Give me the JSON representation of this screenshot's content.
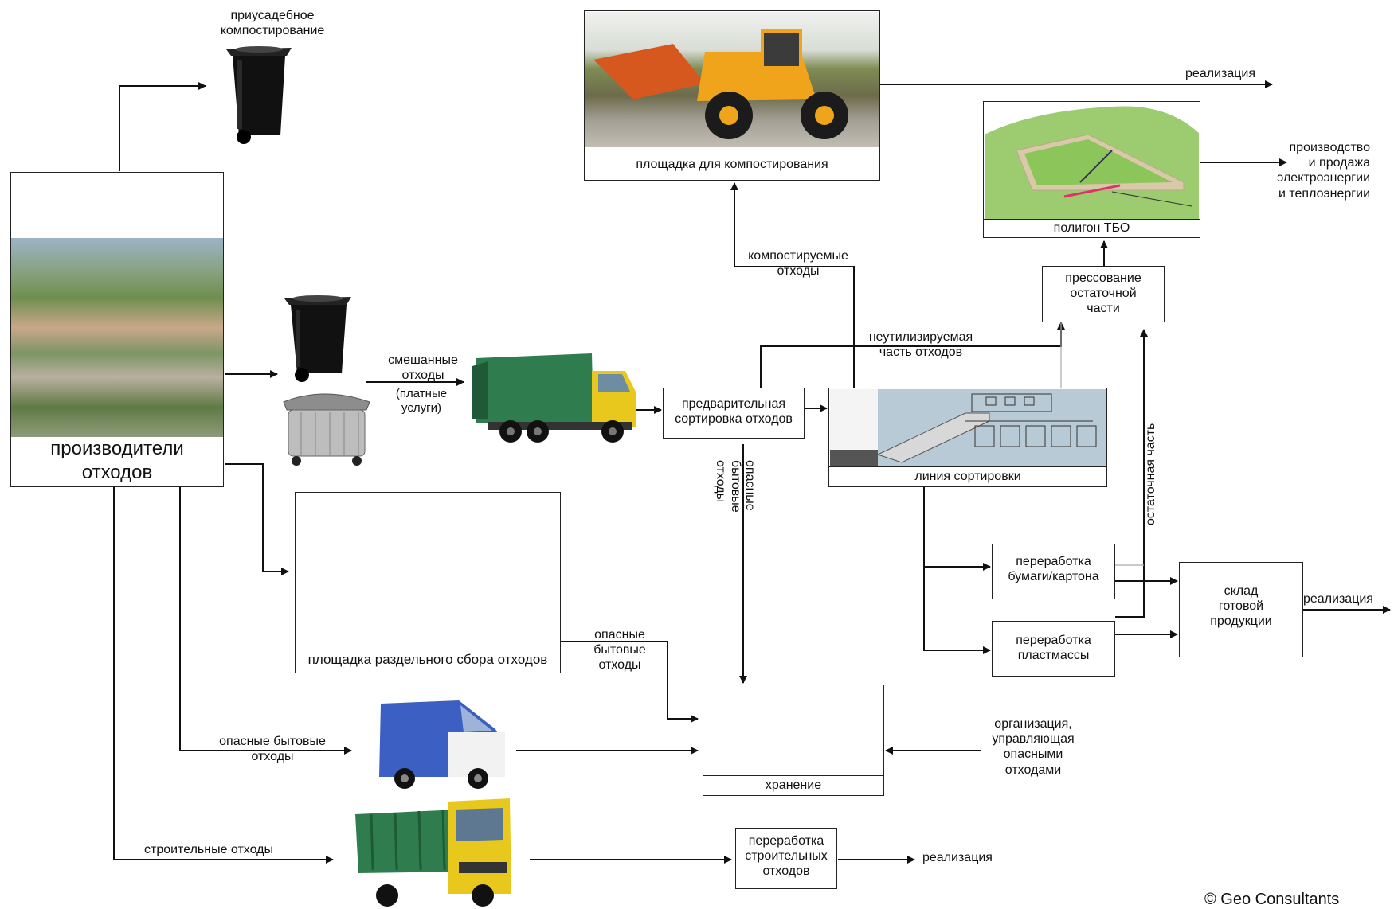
{
  "labels": {
    "home_composting": "приусадебное\nкомпостирование",
    "producers": "производители\nотходов",
    "mixed_waste": "смешанные\nотходы",
    "paid_services": "(платные\nуслуги)",
    "composting_site": "площадка для компостирования",
    "realization_top": "реализация",
    "landfill": "полигон ТБО",
    "energy": "производство\nи продажа\nэлектроэнергии\nи теплоэнергии",
    "compostable": "компостируемые\nотходы",
    "pressing": "прессование\nостаточной\nчасти",
    "non_utilizable": "неутилизируемая\nчасть отходов",
    "pre_sorting": "предварительная\nсортировка отходов",
    "sorting_line": "линия сортировки",
    "hazardous_vertical": "опасные\nбытовые\nотходы",
    "residual": "остаточная часть",
    "separate_collection": "площадка раздельного сбора отходов",
    "hazardous_mid": "опасные\nбытовые\nотходы",
    "paper": "переработка\nбумаги/картона",
    "plastic": "переработка\nпластмассы",
    "warehouse": "склад\nготовой\nпродукции",
    "realization_right": "реализация",
    "hazardous_low": "опасные бытовые\nотходы",
    "storage": "хранение",
    "hazard_org": "организация,\nуправляющая\nопасными\nотходами",
    "construction_waste": "строительные отходы",
    "construction_processing": "переработка\nстроительных\nотходов",
    "realization_bottom": "реализация",
    "copyright": "© Geo Consultants"
  },
  "icons": {
    "bin": "black-wheelie-bin-icon",
    "container": "metal-container-icon",
    "garbage_truck": "garbage-truck-icon",
    "van": "van-icon",
    "dump_truck": "container-truck-icon",
    "loader": "wheel-loader-photo",
    "landfill": "landfill-cross-section",
    "aerial": "town-aerial-photo",
    "site_plan": "site-plan-icon",
    "hangar": "storage-hangar-icon",
    "sorting": "sorting-line-diagram"
  },
  "colors": {
    "line": "#111111",
    "truck_green": "#2f7d4f",
    "truck_yellow": "#e8c81c",
    "van_blue": "#3b5fc2",
    "grass": "#8cc65a",
    "plan_green": "#b6d36c"
  }
}
